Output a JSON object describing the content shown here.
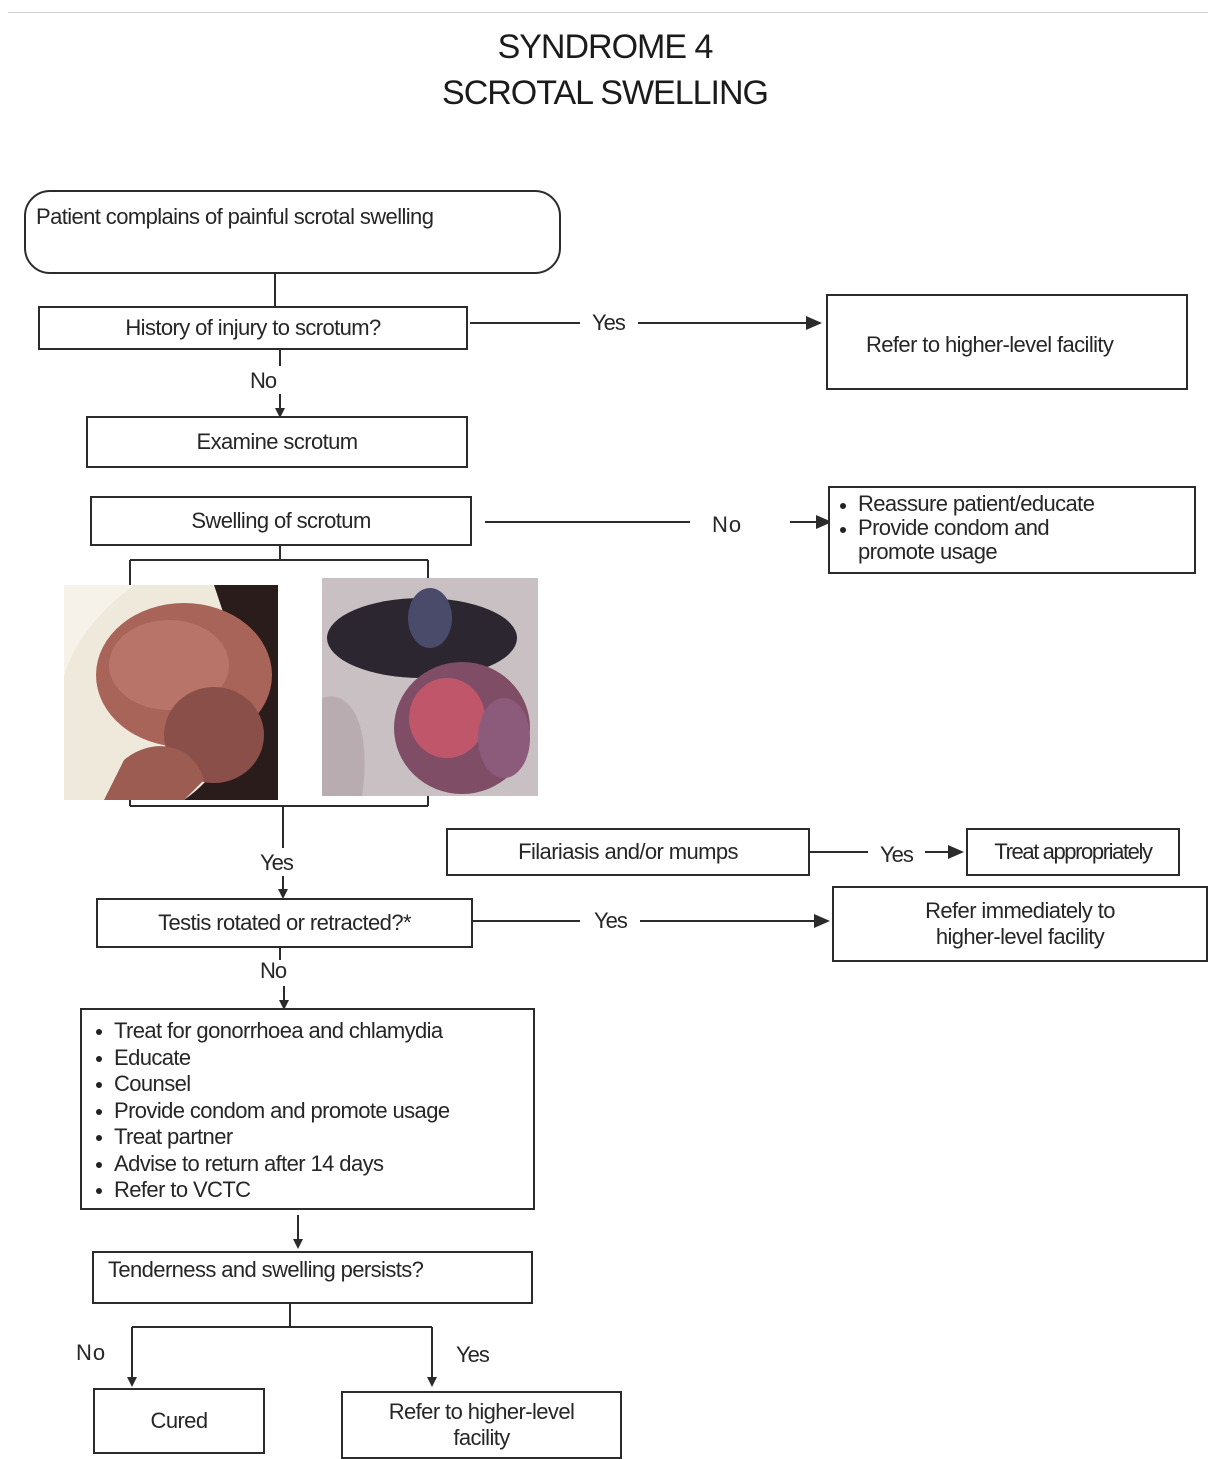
{
  "title": {
    "line1": "SYNDROME 4",
    "line2": "SCROTAL SWELLING"
  },
  "nodes": {
    "start": "Patient complains of painful scrotal swelling",
    "injury_q": "History of injury to scrotum?",
    "refer_higher_1": "Refer to higher-level facility",
    "examine": "Examine scrotum",
    "swelling": "Swelling of scrotum",
    "reassure": [
      "Reassure patient/educate",
      "Provide condom and promote usage"
    ],
    "filariasis": "Filariasis and/or mumps",
    "treat_appropriately": "Treat appropriately",
    "testis_q": "Testis rotated or retracted?*",
    "refer_immediately": "Refer immediately to higher-level facility",
    "treatment": [
      "Treat for gonorrhoea and chlamydia",
      "Educate",
      "Counsel",
      "Provide condom and promote usage",
      "Treat partner",
      "Advise to return after 14 days",
      "Refer to VCTC"
    ],
    "tenderness_q": "Tenderness and swelling persists?",
    "cured": "Cured",
    "refer_higher_2": "Refer to higher-level facility"
  },
  "labels": {
    "yes_injury": "Yes",
    "no_injury": "No",
    "no_swelling": "No",
    "yes_photos": "Yes",
    "yes_filariasis": "Yes",
    "yes_testis": "Yes",
    "no_testis": "No",
    "no_tenderness": "No",
    "yes_tenderness": "Yes"
  },
  "colors": {
    "line": "#2b2b2b",
    "skin_left": "#a9645a",
    "skin_right": "#8c5a7a"
  }
}
